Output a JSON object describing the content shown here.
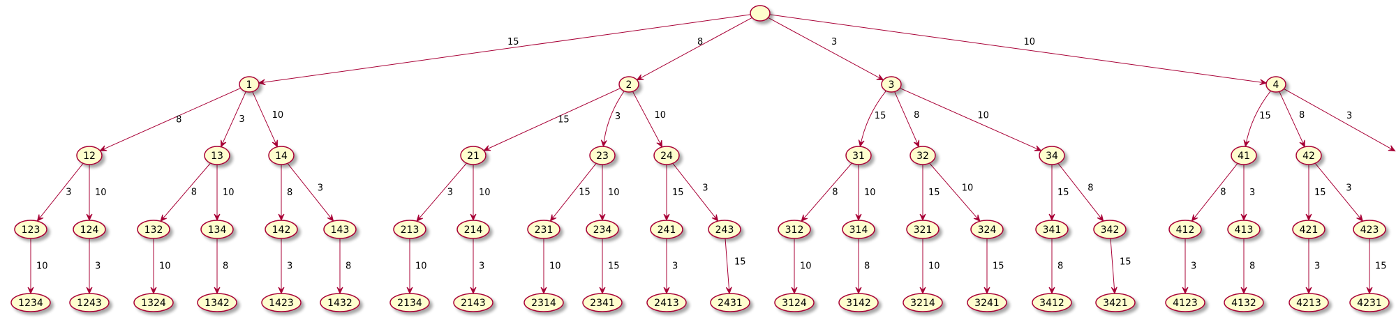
{
  "nodes": [
    {
      "id": "root",
      "label": ""
    },
    {
      "id": "1",
      "label": "1"
    },
    {
      "id": "2",
      "label": "2"
    },
    {
      "id": "3",
      "label": "3"
    },
    {
      "id": "4",
      "label": "4"
    },
    {
      "id": "12",
      "label": "12"
    },
    {
      "id": "13",
      "label": "13"
    },
    {
      "id": "14",
      "label": "14"
    },
    {
      "id": "21",
      "label": "21"
    },
    {
      "id": "23",
      "label": "23"
    },
    {
      "id": "24",
      "label": "24"
    },
    {
      "id": "31",
      "label": "31"
    },
    {
      "id": "32",
      "label": "32"
    },
    {
      "id": "34",
      "label": "34"
    },
    {
      "id": "41",
      "label": "41"
    },
    {
      "id": "42",
      "label": "42"
    },
    {
      "id": "123",
      "label": "123"
    },
    {
      "id": "124",
      "label": "124"
    },
    {
      "id": "132",
      "label": "132"
    },
    {
      "id": "134",
      "label": "134"
    },
    {
      "id": "142",
      "label": "142"
    },
    {
      "id": "143",
      "label": "143"
    },
    {
      "id": "213",
      "label": "213"
    },
    {
      "id": "214",
      "label": "214"
    },
    {
      "id": "231",
      "label": "231"
    },
    {
      "id": "234",
      "label": "234"
    },
    {
      "id": "241",
      "label": "241"
    },
    {
      "id": "243",
      "label": "243"
    },
    {
      "id": "312",
      "label": "312"
    },
    {
      "id": "314",
      "label": "314"
    },
    {
      "id": "321",
      "label": "321"
    },
    {
      "id": "324",
      "label": "324"
    },
    {
      "id": "341",
      "label": "341"
    },
    {
      "id": "342",
      "label": "342"
    },
    {
      "id": "412",
      "label": "412"
    },
    {
      "id": "413",
      "label": "413"
    },
    {
      "id": "421",
      "label": "421"
    },
    {
      "id": "423",
      "label": "423"
    },
    {
      "id": "1234",
      "label": "1234"
    },
    {
      "id": "1243",
      "label": "1243"
    },
    {
      "id": "1324",
      "label": "1324"
    },
    {
      "id": "1342",
      "label": "1342"
    },
    {
      "id": "1423",
      "label": "1423"
    },
    {
      "id": "1432",
      "label": "1432"
    },
    {
      "id": "2134",
      "label": "2134"
    },
    {
      "id": "2143",
      "label": "2143"
    },
    {
      "id": "2314",
      "label": "2314"
    },
    {
      "id": "2341",
      "label": "2341"
    },
    {
      "id": "2413",
      "label": "2413"
    },
    {
      "id": "2431",
      "label": "2431"
    },
    {
      "id": "3124",
      "label": "3124"
    },
    {
      "id": "3142",
      "label": "3142"
    },
    {
      "id": "3214",
      "label": "3214"
    },
    {
      "id": "3241",
      "label": "3241"
    },
    {
      "id": "3412",
      "label": "3412"
    },
    {
      "id": "3421",
      "label": "3421"
    },
    {
      "id": "4123",
      "label": "4123"
    },
    {
      "id": "4132",
      "label": "4132"
    },
    {
      "id": "4213",
      "label": "4213"
    },
    {
      "id": "4231",
      "label": "4231"
    }
  ],
  "edges": [
    {
      "from": "root",
      "to": "1",
      "label": "15"
    },
    {
      "from": "root",
      "to": "2",
      "label": "8"
    },
    {
      "from": "root",
      "to": "3",
      "label": "3"
    },
    {
      "from": "root",
      "to": "4",
      "label": "10"
    },
    {
      "from": "1",
      "to": "12",
      "label": "8"
    },
    {
      "from": "1",
      "to": "13",
      "label": "3"
    },
    {
      "from": "1",
      "to": "14",
      "label": "10"
    },
    {
      "from": "2",
      "to": "21",
      "label": "15"
    },
    {
      "from": "2",
      "to": "23",
      "label": "3"
    },
    {
      "from": "2",
      "to": "24",
      "label": "10"
    },
    {
      "from": "3",
      "to": "31",
      "label": "15"
    },
    {
      "from": "3",
      "to": "32",
      "label": "8"
    },
    {
      "from": "3",
      "to": "34",
      "label": "10"
    },
    {
      "from": "4",
      "to": "41",
      "label": "15"
    },
    {
      "from": "4",
      "to": "42",
      "label": "8"
    },
    {
      "from": "4",
      "to": "43",
      "label": "3"
    },
    {
      "from": "12",
      "to": "123",
      "label": "3"
    },
    {
      "from": "12",
      "to": "124",
      "label": "10"
    },
    {
      "from": "13",
      "to": "132",
      "label": "8"
    },
    {
      "from": "13",
      "to": "134",
      "label": "10"
    },
    {
      "from": "14",
      "to": "142",
      "label": "8"
    },
    {
      "from": "14",
      "to": "143",
      "label": "3"
    },
    {
      "from": "21",
      "to": "213",
      "label": "3"
    },
    {
      "from": "21",
      "to": "214",
      "label": "10"
    },
    {
      "from": "23",
      "to": "231",
      "label": "15"
    },
    {
      "from": "23",
      "to": "234",
      "label": "10"
    },
    {
      "from": "24",
      "to": "241",
      "label": "15"
    },
    {
      "from": "24",
      "to": "243",
      "label": "3"
    },
    {
      "from": "31",
      "to": "312",
      "label": "8"
    },
    {
      "from": "31",
      "to": "314",
      "label": "10"
    },
    {
      "from": "32",
      "to": "321",
      "label": "15"
    },
    {
      "from": "32",
      "to": "324",
      "label": "10"
    },
    {
      "from": "34",
      "to": "341",
      "label": "15"
    },
    {
      "from": "34",
      "to": "342",
      "label": "8"
    },
    {
      "from": "41",
      "to": "412",
      "label": "8"
    },
    {
      "from": "41",
      "to": "413",
      "label": "3"
    },
    {
      "from": "42",
      "to": "421",
      "label": "15"
    },
    {
      "from": "42",
      "to": "423",
      "label": "3"
    },
    {
      "from": "123",
      "to": "1234",
      "label": "10"
    },
    {
      "from": "124",
      "to": "1243",
      "label": "3"
    },
    {
      "from": "132",
      "to": "1324",
      "label": "10"
    },
    {
      "from": "134",
      "to": "1342",
      "label": "8"
    },
    {
      "from": "142",
      "to": "1423",
      "label": "3"
    },
    {
      "from": "143",
      "to": "1432",
      "label": "8"
    },
    {
      "from": "213",
      "to": "2134",
      "label": "10"
    },
    {
      "from": "214",
      "to": "2143",
      "label": "3"
    },
    {
      "from": "231",
      "to": "2314",
      "label": "10"
    },
    {
      "from": "234",
      "to": "2341",
      "label": "15"
    },
    {
      "from": "241",
      "to": "2413",
      "label": "3"
    },
    {
      "from": "243",
      "to": "2431",
      "label": "15"
    },
    {
      "from": "312",
      "to": "3124",
      "label": "10"
    },
    {
      "from": "314",
      "to": "3142",
      "label": "8"
    },
    {
      "from": "321",
      "to": "3214",
      "label": "10"
    },
    {
      "from": "324",
      "to": "3241",
      "label": "15"
    },
    {
      "from": "341",
      "to": "3412",
      "label": "8"
    },
    {
      "from": "342",
      "to": "3421",
      "label": "15"
    },
    {
      "from": "412",
      "to": "4123",
      "label": "3"
    },
    {
      "from": "413",
      "to": "4132",
      "label": "8"
    },
    {
      "from": "421",
      "to": "4213",
      "label": "3"
    },
    {
      "from": "423",
      "to": "4231",
      "label": "15"
    }
  ],
  "colors": {
    "node_fill": "#FEFECE",
    "node_border": "#A80036",
    "edge": "#A80036",
    "text": "#000000"
  }
}
